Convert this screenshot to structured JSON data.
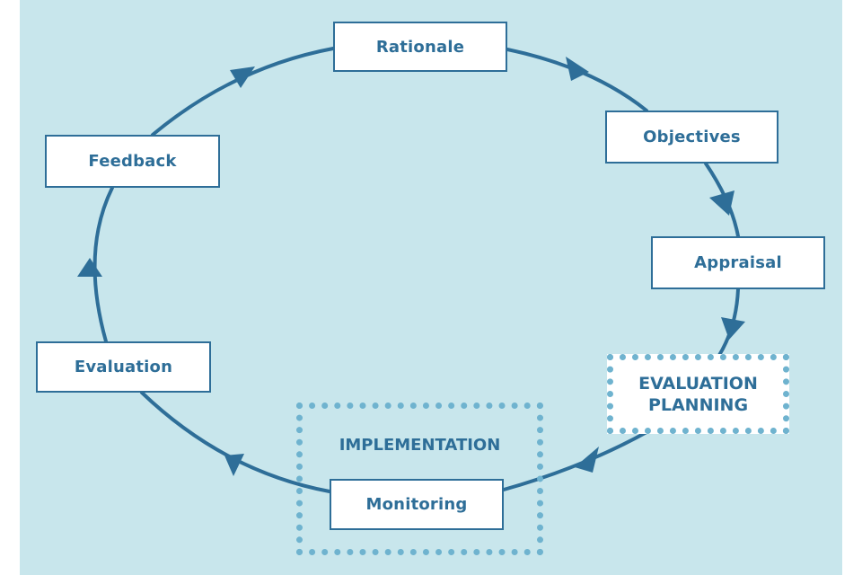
{
  "diagram": {
    "title": "",
    "colors": {
      "background": "#c8e6ec",
      "line": "#2e6e98",
      "dotted_border": "#6fb3cf",
      "box_fill": "#ffffff"
    },
    "nodes": [
      {
        "id": "rationale",
        "label": "Rationale"
      },
      {
        "id": "objectives",
        "label": "Objectives"
      },
      {
        "id": "appraisal",
        "label": "Appraisal"
      },
      {
        "id": "evaluation_planning",
        "label_line1": "EVALUATION",
        "label_line2": "PLANNING",
        "style": "dotted"
      },
      {
        "id": "implementation",
        "label": "IMPLEMENTATION",
        "style": "dotted-group",
        "contains": "monitoring"
      },
      {
        "id": "monitoring",
        "label": "Monitoring"
      },
      {
        "id": "evaluation",
        "label": "Evaluation"
      },
      {
        "id": "feedback",
        "label": "Feedback"
      }
    ],
    "edges": [
      {
        "from": "rationale",
        "to": "objectives"
      },
      {
        "from": "objectives",
        "to": "appraisal"
      },
      {
        "from": "appraisal",
        "to": "evaluation_planning"
      },
      {
        "from": "evaluation_planning",
        "to": "monitoring"
      },
      {
        "from": "monitoring",
        "to": "evaluation"
      },
      {
        "from": "evaluation",
        "to": "feedback"
      },
      {
        "from": "feedback",
        "to": "rationale"
      }
    ],
    "layout": "cycle-clockwise"
  }
}
